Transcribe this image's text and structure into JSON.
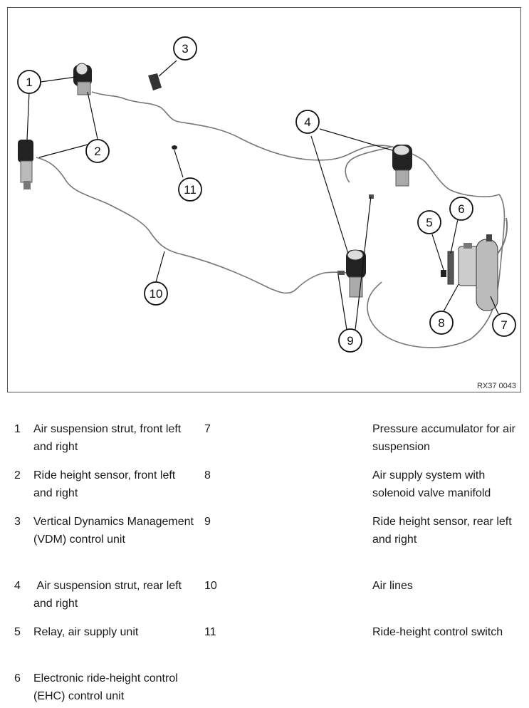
{
  "figure": {
    "code": "RX37 0043",
    "callouts": [
      "1",
      "2",
      "3",
      "4",
      "5",
      "6",
      "7",
      "8",
      "9",
      "10",
      "11"
    ]
  },
  "legend": {
    "left": [
      {
        "num": "1",
        "text": "Air suspension strut, front left and right"
      },
      {
        "num": "2",
        "text": "Ride height sensor, front left and right"
      },
      {
        "num": "3",
        "text": "Vertical Dynamics Management (VDM) control unit"
      },
      {
        "num": "4",
        "text": " Air suspension strut, rear left and right"
      },
      {
        "num": "5",
        "text": "Relay, air supply unit"
      },
      {
        "num": "6",
        "text": "Electronic ride-height control (EHC) control unit"
      }
    ],
    "right": [
      {
        "num": "7",
        "text": "Pressure accumulator for air suspension"
      },
      {
        "num": "8",
        "text": "Air supply system with solenoid valve manifold"
      },
      {
        "num": "9",
        "text": "Ride height sensor, rear left and right"
      },
      {
        "num": "10",
        "text": "Air lines"
      },
      {
        "num": "11",
        "text": "Ride-height control switch"
      }
    ]
  }
}
